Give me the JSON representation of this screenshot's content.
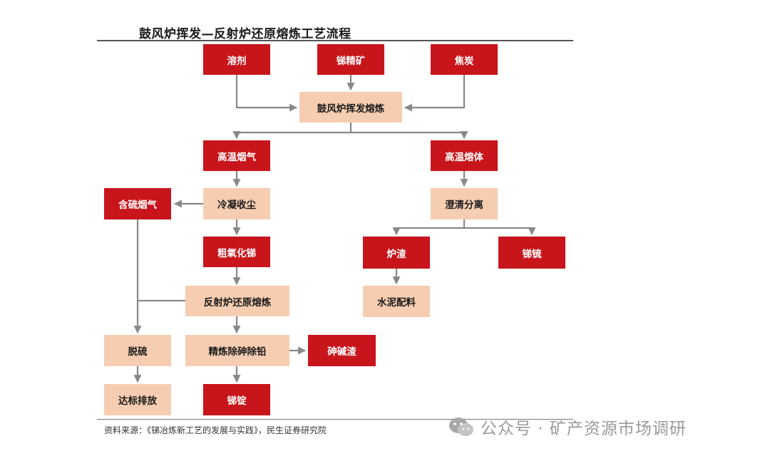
{
  "title": "鼓风炉挥发—反射炉还原熔炼工艺流程",
  "nodes": {
    "flux": "溶剂",
    "antimony_concentrate": "锑精矿",
    "coke": "焦炭",
    "blast_furnace_smelting": "鼓风炉挥发熔炼",
    "high_temp_flue_gas": "高温烟气",
    "high_temp_melt": "高温熔体",
    "sulfur_flue_gas": "含硫烟气",
    "condense_dust": "冷凝收尘",
    "clarify_separate": "澄清分离",
    "crude_antimony_oxide": "粗氧化锑",
    "furnace_slag": "炉渣",
    "antimony_matte": "锑锍",
    "reverb_reduction": "反射炉还原熔炼",
    "cement_ingredient": "水泥配料",
    "desulfurization": "脱硫",
    "refining": "精炼除砷除铅",
    "arsenic_alkali_slag": "砷碱渣",
    "emission": "达标排放",
    "antimony_ingot": "锑锭"
  },
  "source": "资料来源：《锑冶炼新工艺的发展与实践》，民生证券研究院",
  "watermark": "公众号 · 矿产资源市场调研",
  "colors": {
    "red_box": "#c8141b",
    "beige_box": "#f6cdb1",
    "arrow": "#888888"
  }
}
